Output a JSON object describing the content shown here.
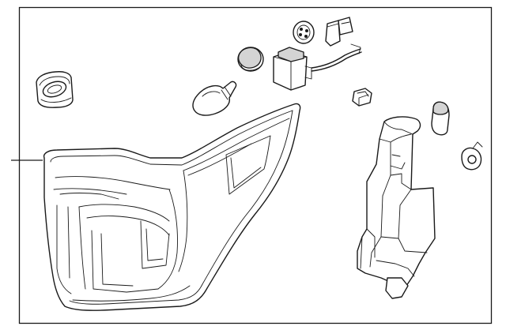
{
  "diagram": {
    "colors": {
      "line": "#1a1a1a",
      "background": "#ffffff",
      "shade": "#d4d4d4"
    },
    "parts": [
      "tail-lamp-assembly",
      "lamp-housing-bracket",
      "bulb",
      "bulb-socket",
      "socket-connector",
      "wiring-harness",
      "round-grommet",
      "connector-plug",
      "push-retainer-clip",
      "small-clip",
      "oval-pad",
      "mounting-seal",
      "callout-leader-line"
    ]
  }
}
